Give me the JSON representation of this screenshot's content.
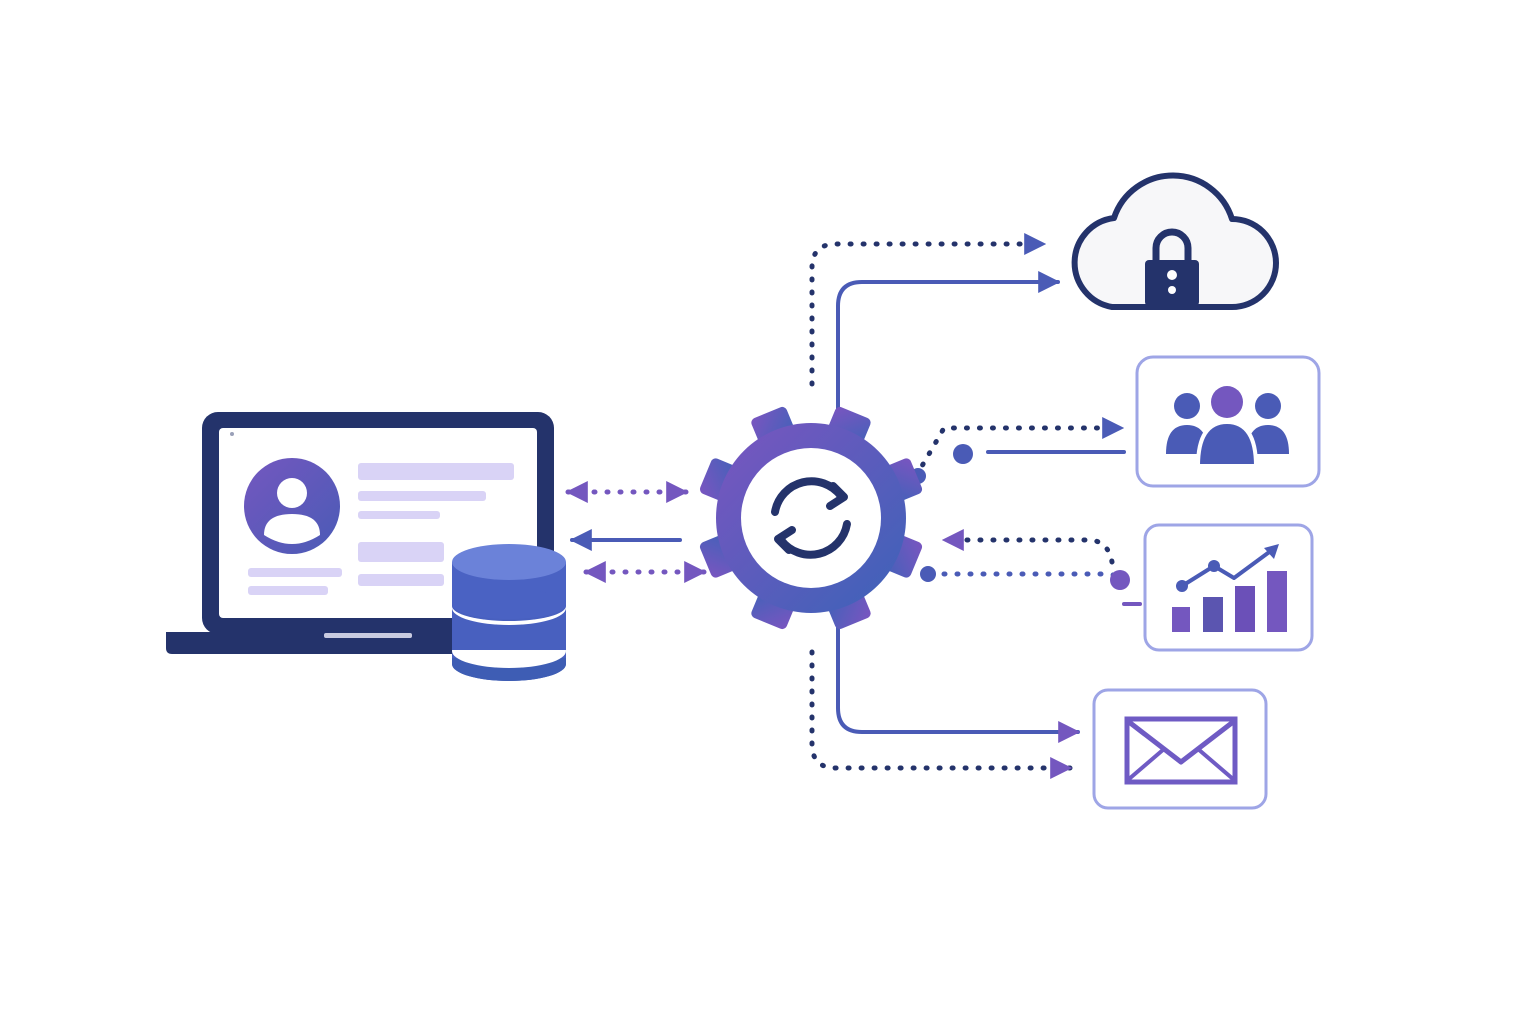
{
  "colors": {
    "navy": "#24336b",
    "blue": "#4a5bb6",
    "purple": "#7457bf",
    "violet": "#6f5bc4",
    "lavender": "#d9d3f6",
    "box_border": "#9ea5e6",
    "cloud_fill": "#f7f7f9",
    "gear_start": "#7a55c0",
    "gear_end": "#3c63b8",
    "white": "#ffffff"
  },
  "nodes": {
    "client": {
      "icon": "laptop-profile-icon"
    },
    "database": {
      "icon": "database-icon"
    },
    "hub": {
      "icon": "sync-gear-icon"
    },
    "cloud": {
      "icon": "cloud-lock-icon"
    },
    "team": {
      "icon": "users-group-icon"
    },
    "analytics": {
      "icon": "bar-chart-trend-icon"
    },
    "mail": {
      "icon": "envelope-icon"
    }
  },
  "connections": [
    {
      "from": "client",
      "to": "hub",
      "style": "dotted",
      "direction": "both"
    },
    {
      "from": "client",
      "to": "hub",
      "style": "solid",
      "direction": "to-client"
    },
    {
      "from": "database",
      "to": "hub",
      "style": "dotted",
      "direction": "both"
    },
    {
      "from": "hub",
      "to": "cloud",
      "style": "dotted",
      "direction": "forward"
    },
    {
      "from": "hub",
      "to": "cloud",
      "style": "solid",
      "direction": "forward"
    },
    {
      "from": "hub",
      "to": "team",
      "style": "dotted",
      "direction": "forward"
    },
    {
      "from": "hub",
      "to": "team",
      "style": "solid",
      "direction": "none"
    },
    {
      "from": "analytics",
      "to": "hub",
      "style": "dotted",
      "direction": "to-hub"
    },
    {
      "from": "hub",
      "to": "analytics",
      "style": "dotted",
      "direction": "none"
    },
    {
      "from": "hub",
      "to": "mail",
      "style": "solid",
      "direction": "forward"
    },
    {
      "from": "hub",
      "to": "mail",
      "style": "dotted",
      "direction": "forward"
    }
  ]
}
